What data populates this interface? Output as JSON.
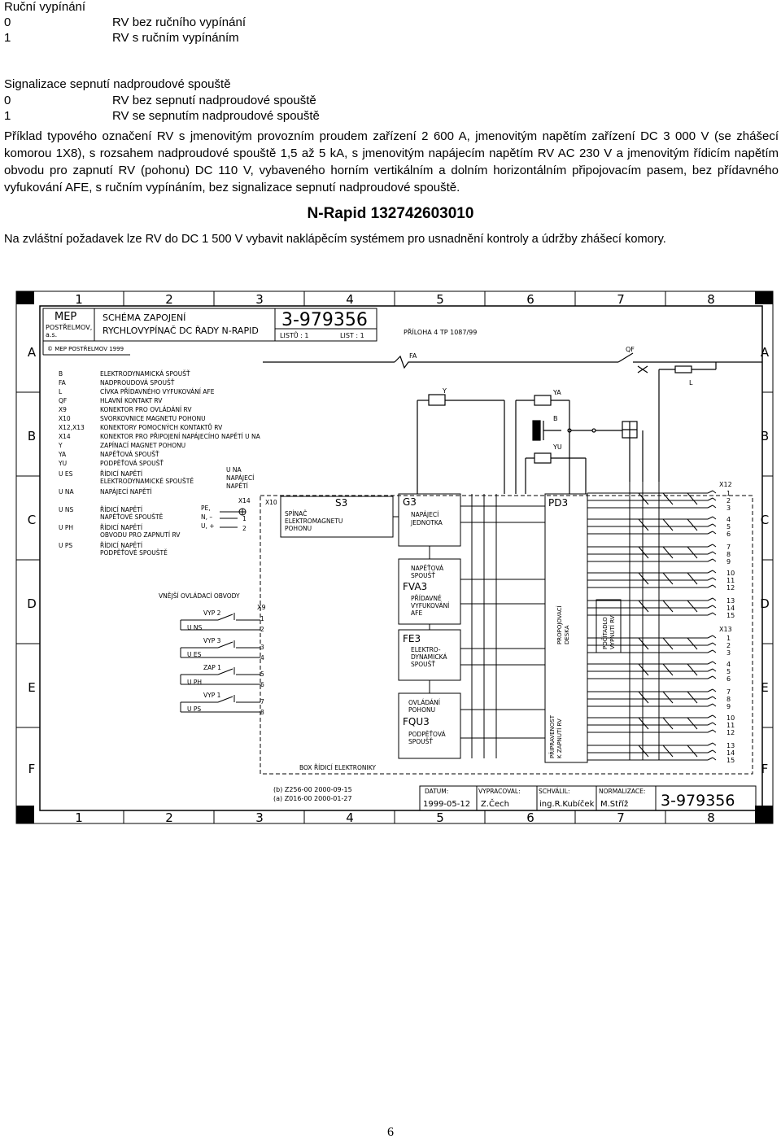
{
  "manual": {
    "title": "Ruční vypínání",
    "options": [
      {
        "code": "0",
        "label": "RV bez ručního vypínání"
      },
      {
        "code": "1",
        "label": "RV s ručním vypínáním"
      }
    ]
  },
  "signal": {
    "title": "Signalizace sepnutí nadproudové spouště",
    "options": [
      {
        "code": "0",
        "label": "RV bez sepnutí nadproudové spouště"
      },
      {
        "code": "1",
        "label": "RV se sepnutím nadproudové spouště"
      }
    ]
  },
  "example_paragraph": "Příklad typového označení RV s jmenovitým provozním proudem zařízení 2 600 A, jmenovitým napětím zařízení DC 3 000 V (se zhášecí komorou 1X8), s rozsahem nadproudové spouště 1,5 až 5 kA, s jmenovitým napájecím napětím RV AC 230 V a jmenovitým řídicím napětím obvodu pro zapnutí RV (pohonu) DC 110 V, vybaveného horním vertikálním a dolním horizontálním připojovacím pasem, bez přídavného vyfukování AFE, s ručním vypínáním, bez signalizace sepnutí nadproudové spouště.",
  "type_code": "N-Rapid 132742603010",
  "special_request": "Na zvláštní požadavek lze RV do DC 1 500 V vybavit naklápěcím systémem pro usnadnění kontroly a údržby zhášecí komory.",
  "page_number": "6",
  "drawing": {
    "cols": [
      "1",
      "2",
      "3",
      "4",
      "5",
      "6",
      "7",
      "8"
    ],
    "rows": [
      "A",
      "B",
      "C",
      "D",
      "E",
      "F"
    ],
    "company": "MEP",
    "company_sub1": "POSTŘELMOV,",
    "company_sub2": "a.s.",
    "title1": "SCHÉMA ZAPOJENÍ",
    "title2": "RYCHLOVYPÍNAČ DC ŘADY N-RAPID",
    "doc_number": "3-979356",
    "sheets": "LISTŮ : 1",
    "sheet": "LIST : 1",
    "annex": "PŘÍLOHA 4 TP 1087/99",
    "copyright": "© MEP POSTŘELMOV 1999",
    "legend": [
      [
        "B",
        "ELEKTRODYNAMICKÁ SPOUŠŤ"
      ],
      [
        "FA",
        "NADPROUDOVÁ SPOUŠŤ"
      ],
      [
        "L",
        "CÍVKA PŘÍDAVNÉHO VYFUKOVÁNÍ AFE"
      ],
      [
        "QF",
        "HLAVNÍ KONTAKT RV"
      ],
      [
        "X9",
        "KONEKTOR PRO OVLÁDÁNÍ RV"
      ],
      [
        "X10",
        "SVORKOVNICE MAGNETU POHONU"
      ],
      [
        "X12,X13",
        "KONEKTORY POMOCNÝCH KONTAKTŮ RV"
      ],
      [
        "X14",
        "KONEKTOR PRO PŘIPOJENÍ NAPÁJECÍHO NAPĚTÍ U NA"
      ],
      [
        "Y",
        "ZAPÍNACÍ MAGNET POHONU"
      ],
      [
        "YA",
        "NAPĚŤOVÁ SPOUŠŤ"
      ],
      [
        "YU",
        "PODPĚŤOVÁ SPOUŠŤ"
      ],
      [
        "U ES",
        "ŘÍDICÍ NAPĚTÍ"
      ],
      [
        "",
        "ELEKTRODYNAMICKÉ SPOUŠTĚ"
      ],
      [
        "U NA",
        "NAPÁJECÍ NAPĚTÍ"
      ],
      [
        "U NS",
        "ŘÍDICÍ NAPĚTÍ"
      ],
      [
        "",
        "NAPĚŤOVÉ SPOUŠTĚ"
      ],
      [
        "U PH",
        "ŘÍDICÍ NAPĚTÍ"
      ],
      [
        "",
        "OBVODU PRO ZAPNUTÍ RV"
      ],
      [
        "U PS",
        "ŘÍDICÍ NAPĚTÍ"
      ],
      [
        "",
        "PODPĚŤOVÉ SPOUŠTĚ"
      ]
    ],
    "lbl_FA": "FA",
    "lbl_QF": "QF",
    "lbl_L": "L",
    "lbl_Y": "Y",
    "lbl_YA": "YA",
    "lbl_B": "B",
    "lbl_YU": "YU",
    "una_label1": "U NA",
    "una_label2": "NAPÁJECÍ",
    "una_label3": "NAPĚTÍ",
    "x14": "X14",
    "x14_pins": [
      "PE,",
      "N, –",
      "U, +"
    ],
    "x14_nums": [
      "1",
      "2"
    ],
    "x10": "X10",
    "s3": "S3",
    "s3_text": [
      "SPÍNAČ",
      "ELEKTROMAGNETU",
      "POHONU"
    ],
    "g3": "G3",
    "g3_text": [
      "NAPÁJECÍ",
      "JEDNOTKA"
    ],
    "pd3": "PD3",
    "fva3_pre": [
      "NAPĚŤOVÁ",
      "SPOUŠŤ"
    ],
    "fva3": "FVA3",
    "fva3_text": [
      "PŘÍDAVNÉ",
      "VYFUKOVÁNÍ",
      "AFE"
    ],
    "fe3": "FE3",
    "fe3_text": [
      "ELEKTRO-",
      "DYNAMICKÁ",
      "SPOUŠŤ"
    ],
    "fqu3_pre": [
      "OVLÁDÁNÍ",
      "POHONU"
    ],
    "fqu3": "FQU3",
    "fqu3_text": [
      "PODPĚŤOVÁ",
      "SPOUŠŤ"
    ],
    "pd3_vert": [
      "PROPOJOVACÍ",
      "DESKA"
    ],
    "pd3_vert2": [
      "PŘIPRAVENOST",
      "K ZAPNUTÍ RV"
    ],
    "counter_vert": [
      "POČÍTADLO",
      "VYPNUTÍ RV"
    ],
    "ext_title": "VNĚJŠÍ OVLÁDACÍ OBVODY",
    "x9": "X9",
    "ext": [
      {
        "sw": "VYP 2",
        "u": "U NS",
        "a": "1",
        "b": "2"
      },
      {
        "sw": "VYP 3",
        "u": "U ES",
        "a": "3",
        "b": "4"
      },
      {
        "sw": "ZAP 1",
        "u": "U PH",
        "a": "5",
        "b": "6"
      },
      {
        "sw": "VYP 1",
        "u": "U PS",
        "a": "7",
        "b": "8"
      }
    ],
    "box_label": "BOX ŘÍDICÍ ELEKTRONIKY",
    "x12": "X12",
    "x13": "X13",
    "x12_pins": [
      "1",
      "2",
      "3",
      "4",
      "5",
      "6",
      "7",
      "8",
      "9",
      "10",
      "11",
      "12",
      "13",
      "14",
      "15"
    ],
    "x13_pins": [
      "1",
      "2",
      "3",
      "4",
      "5",
      "6",
      "7",
      "8",
      "9",
      "10",
      "11",
      "12",
      "13",
      "14",
      "15"
    ],
    "revisions": [
      "(b) Z256-00 2000-09-15",
      "(a) Z016-00 2000-01-27"
    ],
    "tb_date_h": "DATUM:",
    "tb_date": "1999-05-12",
    "tb_drawn_h": "VYPRACOVAL:",
    "tb_drawn": "Z.Čech",
    "tb_appr_h": "SCHVÁLIL:",
    "tb_appr": "ing.R.Kubíček",
    "tb_norm_h": "NORMALIZACE:",
    "tb_norm": "M.Stříž",
    "tb_number": "3-979356"
  }
}
